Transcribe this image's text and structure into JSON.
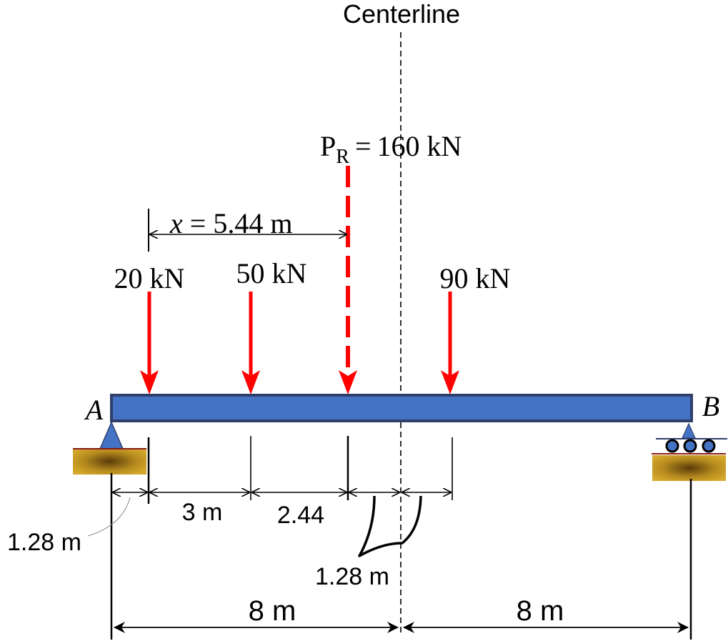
{
  "diagram": {
    "centerline_label": "Centerline",
    "resultant": {
      "symbol": "P",
      "subscript": "R",
      "equals": "=",
      "value": "160 kN"
    },
    "x_dimension": {
      "symbol": "x",
      "equals": "=",
      "value": "5.44 m"
    },
    "loads": [
      "20 kN",
      "50 kN",
      "90 kN"
    ],
    "support_a_label": "A",
    "support_b_label": "B",
    "dimensions": {
      "a_to_first_load": "1.28 m",
      "load1_to_load2": "3 m",
      "load2_to_resultant": "2.44",
      "resultant_to_centerline": "1.28 m",
      "a_to_centerline": "8 m",
      "centerline_to_b": "8 m"
    },
    "colors": {
      "beam_fill": "#4472C4",
      "beam_stroke": "#2F3F6B",
      "load_arrow": "#FF0000",
      "support_triangle": "#4472C4",
      "ground_block": "#C9A227",
      "ground_block_center": "#6B4A10"
    }
  }
}
